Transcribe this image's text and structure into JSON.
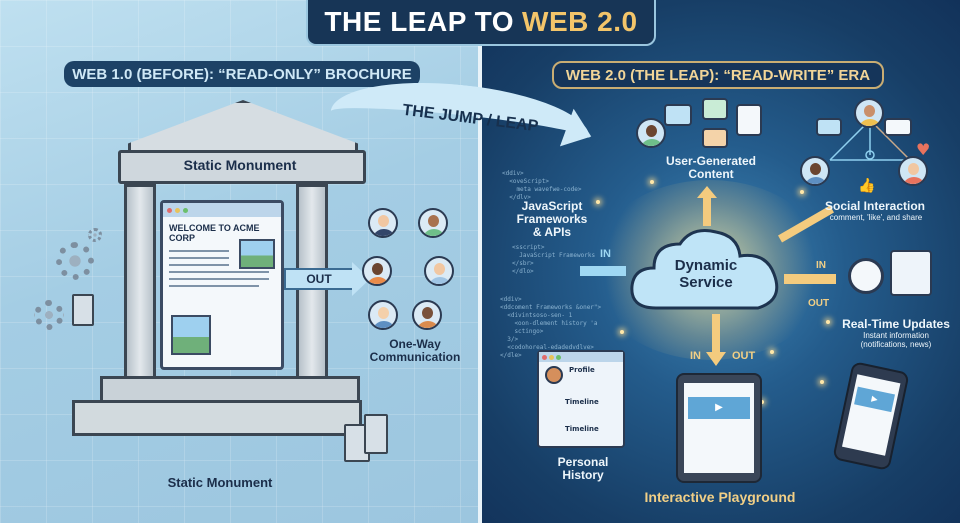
{
  "title": {
    "prefix": "THE LEAP TO",
    "highlight": "WEB 2.0"
  },
  "web1": {
    "header": "WEB 1.0 (BEFORE): “READ-ONLY” BROCHURE",
    "monument_label": "Static Monument",
    "browser_heading": "WELCOME TO ACME CORP",
    "out_label": "OUT",
    "audience_label_line1": "One-Way",
    "audience_label_line2": "Communication",
    "footer_label": "Static Monument"
  },
  "transition": {
    "label": "THE JUMP / LEAP"
  },
  "web2": {
    "header": "WEB 2.0 (THE LEAP): “READ-WRITE” ERA",
    "center": {
      "line1": "Dynamic",
      "line2": "Service"
    },
    "ugc": {
      "line1": "User-Generated",
      "line2": "Content"
    },
    "social": {
      "title": "Social Interaction",
      "subtitle": "comment, 'like', and share"
    },
    "js": {
      "line1": "JavaScript",
      "line2": "Frameworks",
      "line3": "& APIs",
      "in_label": "IN"
    },
    "realtime": {
      "title": "Real-Time Updates",
      "subtitle1": "Instant information",
      "subtitle2": "(notifications, news)",
      "in_label": "IN",
      "out_label": "OUT"
    },
    "history": {
      "profile_label": "Profile",
      "timeline1": "Timeline",
      "timeline2": "Timeline",
      "line1": "Personal",
      "line2": "History"
    },
    "playground": {
      "label": "Interactive Playground",
      "in_label": "IN",
      "out_label": "OUT"
    },
    "code_snippet_top": "<ddiv>\n  <oveScript>\n    meta wavefwe-code>\n  </dlv>",
    "code_snippet_mid": "<sscript>\n  JavaScript Frameworks\n</sbr>\n</dlo>",
    "code_snippet_bottom": "<ddiv>\n<ddcoment Frameworks &oner\">\n  <divintsoso-sen- 1\n    <oon-dlement history 'a\n    sctingo>\n  3/>\n  <codohoreal-edadedvdlve>\n</dle>"
  },
  "colors": {
    "title_bg": "#173556",
    "accent_gold": "#f3c56a",
    "left_bg": "#a4cde4",
    "right_bg": "#173e66"
  }
}
